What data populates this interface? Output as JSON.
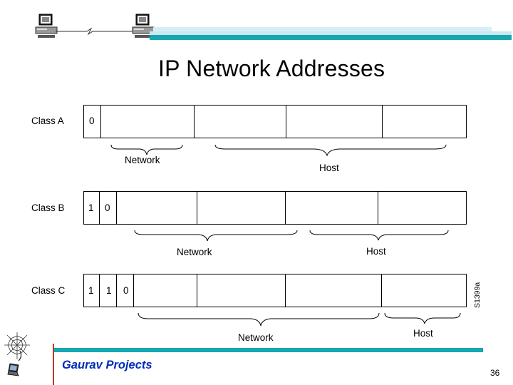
{
  "title": "IP Network Addresses",
  "classes": [
    {
      "label": "Class A",
      "bits": [
        "0"
      ],
      "network_label": "Network",
      "host_label": "Host"
    },
    {
      "label": "Class B",
      "bits": [
        "1",
        "0"
      ],
      "network_label": "Network",
      "host_label": "Host"
    },
    {
      "label": "Class C",
      "bits": [
        "1",
        "1",
        "0"
      ],
      "network_label": "Network",
      "host_label": "Host"
    }
  ],
  "figure_code": "S1399a",
  "footer": {
    "author": "Gaurav Projects",
    "page_number": "36"
  },
  "colors": {
    "accent": "#16a7b1",
    "accent_light": "#cde7f0",
    "footer_text": "#002bb8",
    "divider": "#c0362c"
  },
  "icons": [
    "computer-icon",
    "network-cable-icon",
    "spider-web-icon",
    "laptop-icon"
  ]
}
